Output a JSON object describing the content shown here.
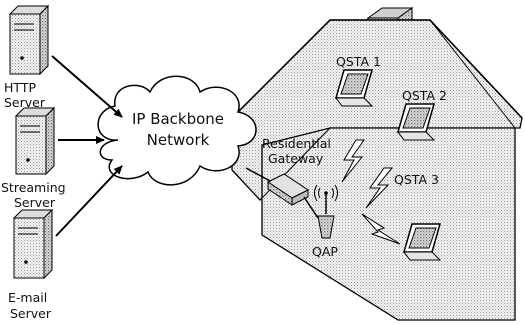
{
  "servers": [
    {
      "line1": "HTTP",
      "line2": "Server"
    },
    {
      "line1": "Streaming",
      "line2": "Server"
    },
    {
      "line1": "E-mail",
      "line2": "Server"
    }
  ],
  "cloud": {
    "line1": "IP Backbone",
    "line2": "Network"
  },
  "gateway": {
    "line1": "Residential",
    "line2": "Gateway"
  },
  "qap": {
    "label": "QAP"
  },
  "stations": [
    {
      "label": "QSTA 1"
    },
    {
      "label": "QSTA 2"
    },
    {
      "label": "QSTA 3"
    }
  ]
}
